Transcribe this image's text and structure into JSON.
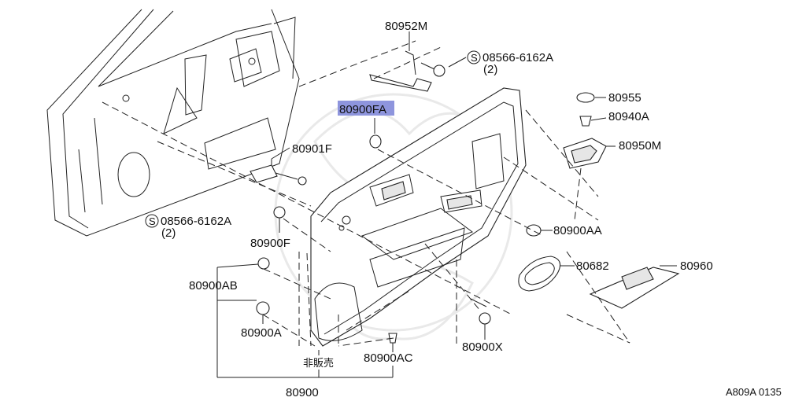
{
  "diagram": {
    "callouts": {
      "p80952M": "80952M",
      "bolt_a": "08566-6162A",
      "bolt_a_qty": "(2)",
      "p80900FA": "80900FA",
      "p80955": "80955",
      "p80940A": "80940A",
      "p80950M": "80950M",
      "p80901F": "80901F",
      "bolt_b": "08566-6162A",
      "bolt_b_qty": "(2)",
      "p80900F": "80900F",
      "p80900AA": "80900AA",
      "p80682": "80682",
      "p80960": "80960",
      "p80900AB": "80900AB",
      "p80900A": "80900A",
      "p80900X": "80900X",
      "not_for_sale": "非販売",
      "p80900AC": "80900AC",
      "p80900": "80900",
      "diagram_code": "A809A 0135"
    },
    "symbols": {
      "s1": "S",
      "s2": "S"
    },
    "highlight_color": "#8e95dd"
  }
}
